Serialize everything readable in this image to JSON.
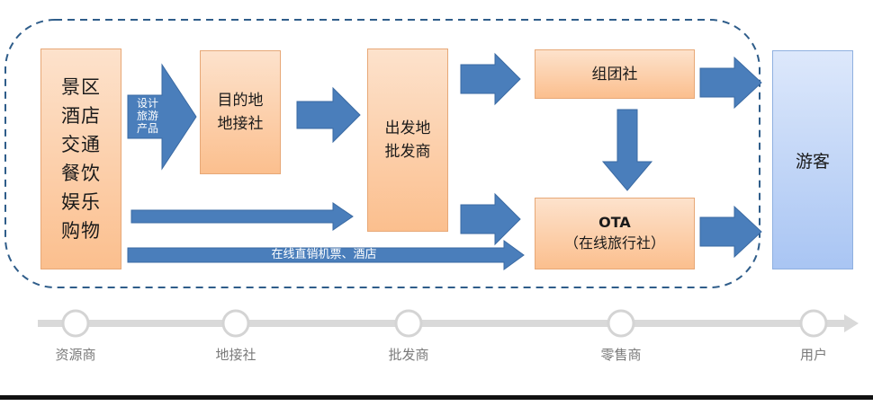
{
  "nodes": {
    "resources": [
      "景区",
      "酒店",
      "交通",
      "餐饮",
      "娱乐",
      "购物"
    ],
    "local_agency": [
      "目的地",
      "地接社"
    ],
    "wholesaler": [
      "出发地",
      "批发商"
    ],
    "tour_group": "组团社",
    "ota_title": "OTA",
    "ota_subtitle": "（在线旅行社）",
    "tourist": "游客"
  },
  "edges": {
    "design_label": [
      "设计",
      "旅游",
      "产品"
    ],
    "direct_sales": "在线直销机票、酒店"
  },
  "axis": {
    "labels": [
      "资源商",
      "地接社",
      "批发商",
      "零售商",
      "用户"
    ]
  },
  "colors": {
    "orange_fill": "#fbbf8e",
    "blue_fill": "#a9c5f3",
    "arrow_fill": "#4a7ebb",
    "dash_border": "#2f5d8a"
  }
}
